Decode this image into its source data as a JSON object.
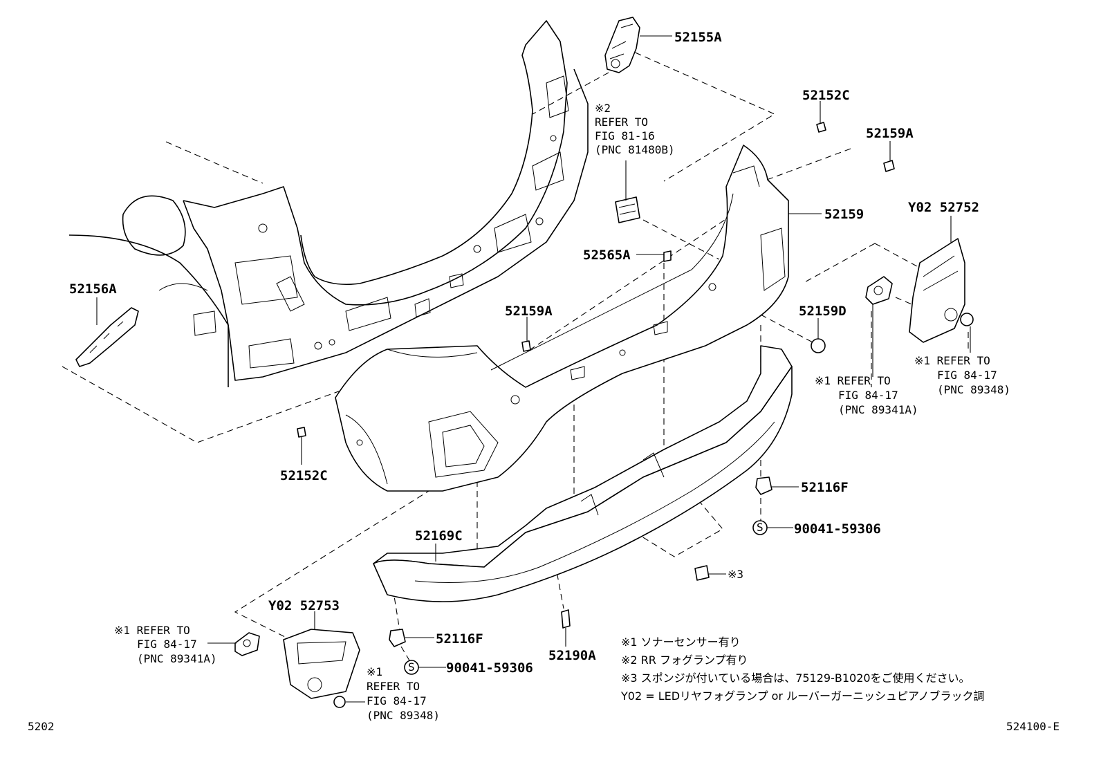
{
  "labels": {
    "p52155A": "52155A",
    "p52152C_top": "52152C",
    "p52159A_top": "52159A",
    "p52159": "52159",
    "p52752": "Y02 52752",
    "p52156A": "52156A",
    "p52565A": "52565A",
    "p52159A_mid": "52159A",
    "p52159D": "52159D",
    "p52152C_bottom": "52152C",
    "p52116F_right": "52116F",
    "p90041_right": "90041-59306",
    "p52169C": "52169C",
    "p52753": "Y02 52753",
    "p52116F_bottom": "52116F",
    "p90041_bottom": "90041-59306",
    "p52190A": "52190A",
    "note3_mark": "※3",
    "s_symbol": "S"
  },
  "refs": {
    "fog_ref": [
      "※2",
      "REFER TO",
      "FIG 81-16",
      "(PNC 81480B)"
    ],
    "sensor_right": [
      "※1 REFER TO",
      "FIG 84-17",
      "(PNC 89341A)"
    ],
    "bezel_right": [
      "※1 REFER TO",
      "FIG 84-17",
      "(PNC 89348)"
    ],
    "sensor_left": [
      "※1 REFER TO",
      "FIG 84-17",
      "(PNC 89341A)"
    ],
    "bezel_left": [
      "※1",
      "REFER TO",
      "FIG 84-17",
      "(PNC 89348)"
    ]
  },
  "notes": [
    "※1 ソナーセンサー有り",
    "※2 RR フォグランプ有り",
    "※3 スポンジが付いている場合は、75129-B1020をご使用ください。",
    "Y02 = LEDリヤフォグランプ or ルーバーガーニッシュピアノブラック調"
  ],
  "footer": {
    "page_code": "5202",
    "figure_code": "524100-E"
  }
}
